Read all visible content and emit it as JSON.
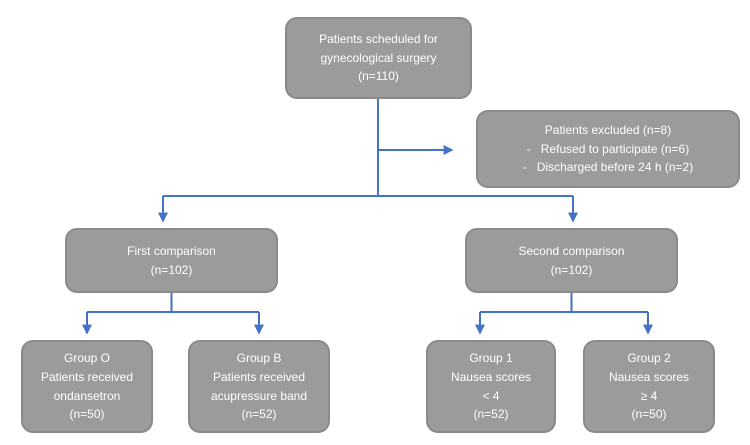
{
  "colors": {
    "box-fill": "#9b9b9b",
    "box-border": "#8a8a8a",
    "box-text": "#ffffff",
    "connector": "#4472c4",
    "background": "#ffffff"
  },
  "boxes": {
    "enrollment": {
      "lines": [
        "Patients scheduled for",
        "gynecological surgery",
        "(n=110)"
      ]
    },
    "excluded": {
      "lines": [
        "Patients excluded (n=8)",
        "-   Refused to participate (n=6)",
        "-   Discharged before 24 h (n=2)"
      ]
    },
    "first_comparison": {
      "lines": [
        "First comparison",
        "(n=102)"
      ]
    },
    "second_comparison": {
      "lines": [
        "Second comparison",
        "(n=102)"
      ]
    },
    "group_o": {
      "lines": [
        "Group O",
        "Patients received",
        "ondansetron",
        "(n=50)"
      ]
    },
    "group_b": {
      "lines": [
        "Group B",
        "Patients received",
        "acupressure band",
        "(n=52)"
      ]
    },
    "group_1": {
      "lines": [
        "Group 1",
        "Nausea scores",
        "< 4",
        "(n=52)"
      ]
    },
    "group_2": {
      "lines": [
        "Group 2",
        "Nausea scores",
        "≥ 4",
        "(n=50)"
      ]
    }
  }
}
